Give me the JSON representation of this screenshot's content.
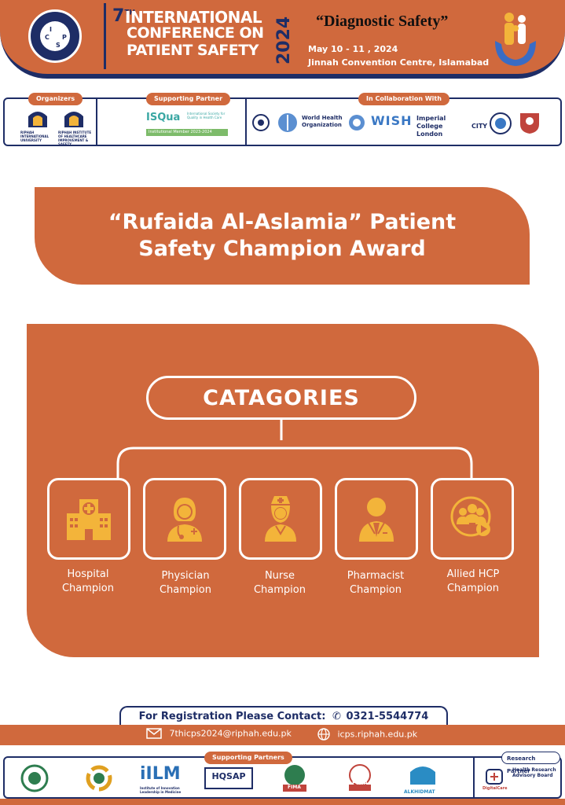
{
  "header": {
    "edition_number": "7",
    "edition_suffix": "TH",
    "title_line1": "INTERNATIONAL",
    "title_line2": "CONFERENCE ON",
    "title_line3": "PATIENT SAFETY",
    "year": "2024",
    "theme": "“Diagnostic Safety”",
    "dates": "May 10 - 11 , 2024",
    "venue": "Jinnah Convention Centre, Islamabad",
    "logo_letters": [
      "I",
      "C",
      "P",
      "S"
    ]
  },
  "partners_strip": {
    "organizers_tag": "Organizers",
    "supporting_tag": "Supporting Partner",
    "collab_tag": "In Collaboration With",
    "org1": "RIPHAH INTERNATIONAL UNIVERSITY",
    "org2": "RIPHAH INSTITUTE OF HEALTHCARE IMPROVEMENT & SAFETY",
    "isqua": "ISQua",
    "isqua_sub": "International Society for Quality in Health Care",
    "isqua_member": "Institutional Member 2023-2024",
    "who": "World Health Organization",
    "wish": "WISH",
    "imperial": "Imperial College London",
    "city": "CITY"
  },
  "award": {
    "title_line1": "“Rufaida Al-Aslamia” Patient",
    "title_line2": "Safety Champion Award"
  },
  "categories": {
    "heading": "CATAGORIES",
    "items": [
      {
        "line1": "Hospital",
        "line2": "Champion",
        "icon": "hospital-icon"
      },
      {
        "line1": "Physician",
        "line2": "Champion",
        "icon": "physician-icon"
      },
      {
        "line1": "Nurse",
        "line2": "Champion",
        "icon": "nurse-icon"
      },
      {
        "line1": "Pharmacist",
        "line2": "Champion",
        "icon": "pharmacist-icon"
      },
      {
        "line1": "Allied HCP",
        "line2": "Champion",
        "icon": "allied-team-icon"
      }
    ]
  },
  "contact": {
    "registration": "For Registration Please Contact:",
    "phone": "0321-5544774",
    "email": "7thicps2024@riphah.edu.pk",
    "website": "icps.riphah.edu.pk"
  },
  "bottom": {
    "supporting_tag": "Supporting Partners",
    "research_tag": "Research Partner",
    "ilm": "iILM",
    "ilm_sub": "Institute of Innovation Leadership in Medicine",
    "hqsap": "HQSAP",
    "fima": "FIMA",
    "pima": "PIMA",
    "alkhidmat": "ALKHIDMAT",
    "digitalcare": "DigitalCare",
    "hrab": "Health Research Advisory Board"
  },
  "colors": {
    "orange": "#d0693d",
    "navy": "#1e2d66",
    "icon_yellow": "#f3b43a"
  }
}
